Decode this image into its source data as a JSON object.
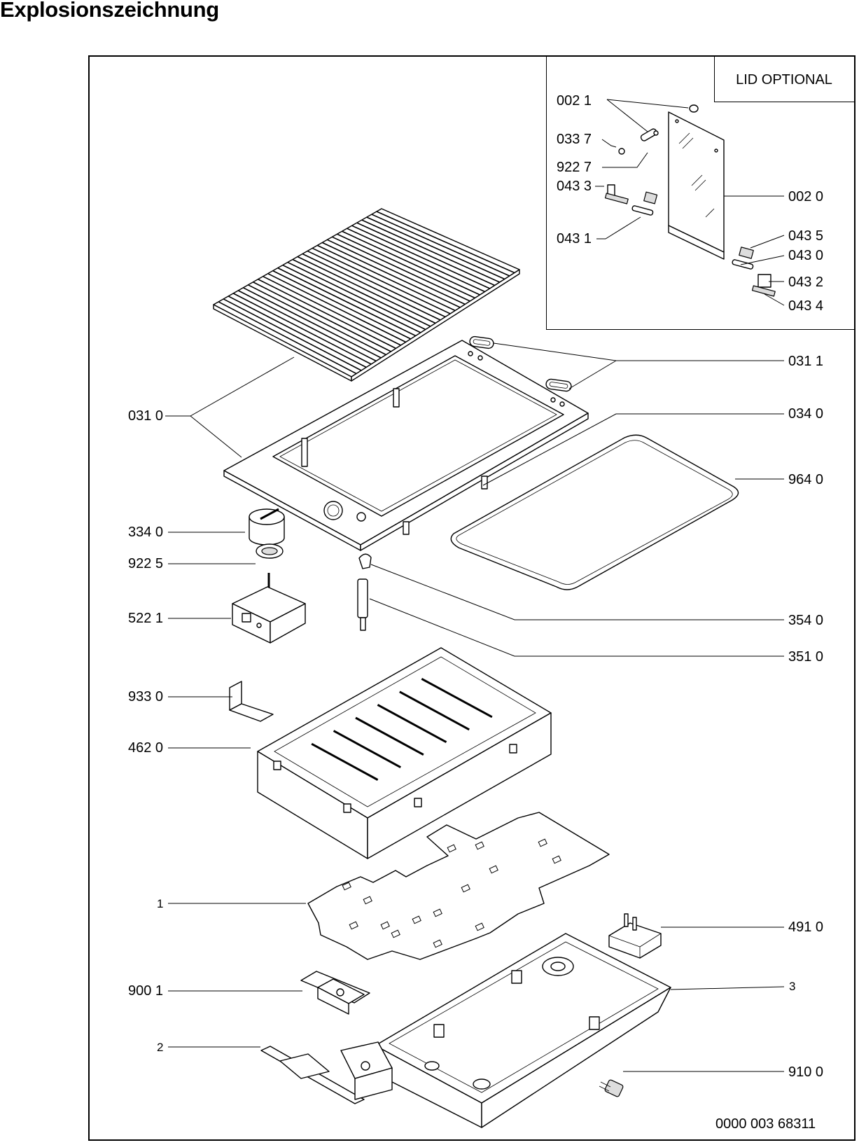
{
  "title": "Explosionszeichnung",
  "inset_label": "LID OPTIONAL",
  "document_number": "0000 003 68311",
  "labels": {
    "p002_1": "002 1",
    "p033_7": "033 7",
    "p922_7": "922 7",
    "p043_3": "043 3",
    "p043_1": "043 1",
    "p002_0": "002 0",
    "p043_5": "043 5",
    "p043_0": "043 0",
    "p043_2": "043 2",
    "p043_4": "043 4",
    "p031_1": "031 1",
    "p031_0": "031 0",
    "p034_0": "034 0",
    "p964_0": "964 0",
    "p334_0": "334 0",
    "p922_5": "922 5",
    "p522_1": "522 1",
    "p354_0": "354 0",
    "p351_0": "351 0",
    "p933_0": "933 0",
    "p462_0": "462 0",
    "p1": "1",
    "p491_0": "491 0",
    "p900_1": "900 1",
    "p3": "3",
    "p2": "2",
    "p910_0": "910 0"
  }
}
